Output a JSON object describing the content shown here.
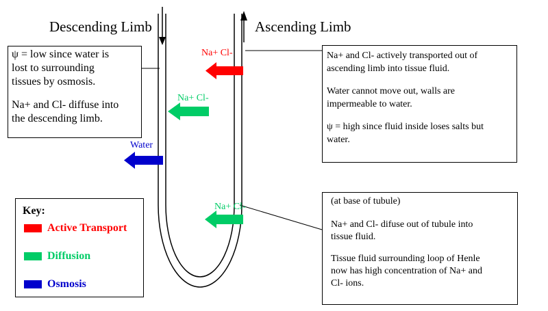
{
  "titles": {
    "descending": "Descending Limb",
    "ascending": "Ascending Limb"
  },
  "labels": {
    "active_top": "Na+ Cl-",
    "diffusion_mid": "Na+ Cl-",
    "osmosis": "Water",
    "diffusion_bottom": "Na+ Cl-"
  },
  "boxes": {
    "left": {
      "line1": "ψ = low since water is\nlost to surrounding\ntissues by osmosis.",
      "line2": "Na+ and Cl- diffuse into\nthe descending limb."
    },
    "right_top": {
      "line1": "Na+ and Cl- actively transported out of\nascending limb into tissue fluid.",
      "line2": "Water cannot move out, walls are\nimpermeable to water.",
      "line3": "ψ = high since fluid inside loses salts but\nwater."
    },
    "right_bottom": {
      "line1": "(at base of tubule)",
      "line2": "Na+ and Cl- difuse out of tubule into\ntissue fluid.",
      "line3": "Tissue fluid surrounding loop of Henle\nnow has high concentration of Na+ and\nCl- ions."
    }
  },
  "key": {
    "title": "Key:",
    "items": [
      {
        "label": "Active Transport",
        "color": "#ff0000"
      },
      {
        "label": "Diffusion",
        "color": "#00cc66"
      },
      {
        "label": "Osmosis",
        "color": "#0000cc"
      }
    ]
  },
  "colors": {
    "active": "#ff0000",
    "diffusion": "#00cc66",
    "osmosis": "#0000cc"
  }
}
